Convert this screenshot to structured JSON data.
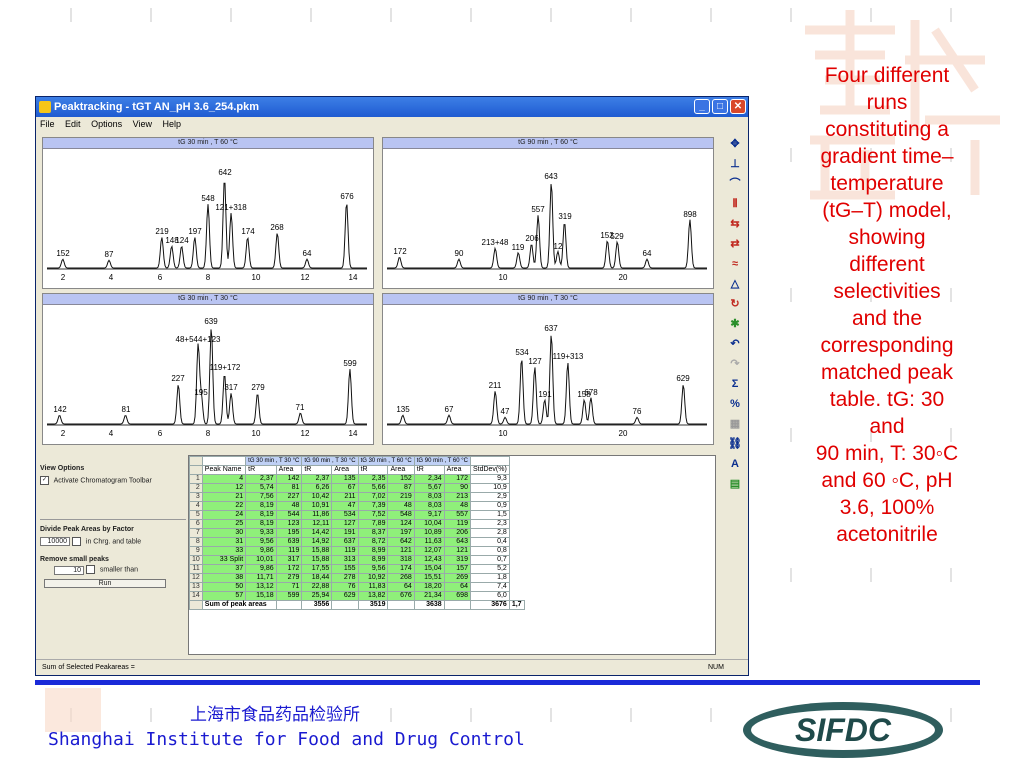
{
  "window": {
    "title": "Peaktracking - tGT AN_pH 3.6_254.pkm",
    "menus": [
      "File",
      "Edit",
      "Options",
      "View",
      "Help"
    ]
  },
  "chromatograms": [
    {
      "header": "tG 30 min , T 60 °C",
      "labels": [
        "152",
        "87",
        "219",
        "148",
        "124",
        "197",
        "548",
        "642",
        "121+318",
        "174",
        "268",
        "64",
        "676"
      ],
      "axis": [
        "2",
        "4",
        "6",
        "8",
        "10",
        "12",
        "14"
      ]
    },
    {
      "header": "tG 90 min , T 60 °C",
      "labels": [
        "172",
        "90",
        "213+48",
        "119",
        "206",
        "643",
        "557",
        "319",
        "12",
        "152",
        "529",
        "64",
        "898"
      ],
      "axis": [
        "10",
        "20"
      ]
    },
    {
      "header": "tG 30 min , T 30 °C",
      "labels": [
        "142",
        "81",
        "227",
        "48+544+123",
        "639",
        "195",
        "119+172",
        "317",
        "279",
        "71",
        "599"
      ],
      "axis": [
        "2",
        "4",
        "6",
        "8",
        "10",
        "12",
        "14"
      ]
    },
    {
      "header": "tG 90 min , T 30 °C",
      "labels": [
        "135",
        "67",
        "211",
        "47",
        "534",
        "127",
        "637",
        "191",
        "119+313",
        "158",
        "678",
        "76",
        "629"
      ],
      "axis": [
        "10",
        "20"
      ]
    }
  ],
  "options": {
    "view_title": "View Options",
    "activate": "Activate Chromatogram Toolbar",
    "divide_title": "Divide Peak Areas by Factor",
    "factor": "10000",
    "in_chrg": "in Chrg. and table",
    "remove_title": "Remove small peaks",
    "threshold": "10",
    "smaller": "smaller than",
    "run": "Run"
  },
  "table": {
    "groups": [
      "tG 30 min , T 30 °C",
      "tG 90 min , T 30 °C",
      "tG 30 min , T 60 °C",
      "tG 90 min , T 60 °C"
    ],
    "columns": [
      "Peak Name",
      "tR",
      "Area",
      "tR",
      "Area",
      "tR",
      "Area",
      "tR",
      "Area",
      "StdDev(%)"
    ],
    "rows": [
      [
        "1",
        "4",
        "2,37",
        "142",
        "2,37",
        "135",
        "2,35",
        "152",
        "2,34",
        "172",
        "9,3"
      ],
      [
        "2",
        "12",
        "5,74",
        "81",
        "6,26",
        "67",
        "5,66",
        "87",
        "5,67",
        "90",
        "10,9"
      ],
      [
        "3",
        "21",
        "7,56",
        "227",
        "10,42",
        "211",
        "7,02",
        "219",
        "8,03",
        "213",
        "2,9"
      ],
      [
        "4",
        "22",
        "8,19",
        "48",
        "10,91",
        "47",
        "7,39",
        "48",
        "8,03",
        "48",
        "0,9"
      ],
      [
        "5",
        "24",
        "8,19",
        "544",
        "11,86",
        "534",
        "7,52",
        "548",
        "9,17",
        "557",
        "1,5"
      ],
      [
        "6",
        "25",
        "8,19",
        "123",
        "12,11",
        "127",
        "7,89",
        "124",
        "10,04",
        "119",
        "2,3"
      ],
      [
        "7",
        "30",
        "9,33",
        "195",
        "14,42",
        "191",
        "8,37",
        "197",
        "10,89",
        "206",
        "2,8"
      ],
      [
        "8",
        "31",
        "9,56",
        "639",
        "14,92",
        "637",
        "8,72",
        "642",
        "11,63",
        "643",
        "0,4"
      ],
      [
        "9",
        "33",
        "9,86",
        "119",
        "15,88",
        "119",
        "8,99",
        "121",
        "12,07",
        "121",
        "0,8"
      ],
      [
        "10",
        "33 Split",
        "10,01",
        "317",
        "15,88",
        "313",
        "8,99",
        "318",
        "12,43",
        "319",
        "0,7"
      ],
      [
        "11",
        "37",
        "9,86",
        "172",
        "17,55",
        "155",
        "9,56",
        "174",
        "15,04",
        "157",
        "5,2"
      ],
      [
        "12",
        "38",
        "11,71",
        "279",
        "18,44",
        "278",
        "10,92",
        "268",
        "15,51",
        "269",
        "1,8"
      ],
      [
        "13",
        "50",
        "13,12",
        "71",
        "22,88",
        "76",
        "11,83",
        "64",
        "18,20",
        "64",
        "7,4"
      ],
      [
        "14",
        "57",
        "15,18",
        "599",
        "25,94",
        "629",
        "13,82",
        "676",
        "21,34",
        "698",
        "6,0"
      ]
    ],
    "sum_label": "Sum of peak areas",
    "sums": [
      "3556",
      "3519",
      "3638",
      "3676",
      "1,7"
    ]
  },
  "status": {
    "left": "Sum of Selected Peakareas =",
    "right": "NUM"
  },
  "caption": "Four different\nruns\nconstituting a\ngradient time–\ntemperature\n(tG–T) model,\nshowing\ndifferent\nselectivities\nand the\ncorresponding\nmatched peak\ntable. tG: 30\nand\n90 min, T: 30◦C\nand 60 ◦C, pH\n3.6, 100%\nacetonitrile",
  "footer": {
    "cn_name": "上海市食品药品检验所",
    "en_name": "Shanghai Institute for Food and Drug Control",
    "logo": "SIFDC"
  },
  "colors": {
    "caption": "#e00000",
    "footer_text": "#1a1ad0",
    "rule": "#1a2ad8",
    "logo": "#1f4a4a",
    "table_green": "#8ff07a"
  }
}
